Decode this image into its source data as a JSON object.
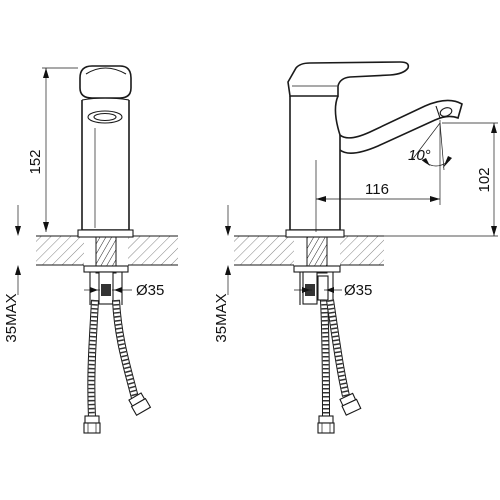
{
  "dimensions": {
    "height": "152",
    "height_right": "102",
    "reach": "116",
    "diameter": "Ø35",
    "max_thickness": "35MAX",
    "angle": "10°"
  }
}
